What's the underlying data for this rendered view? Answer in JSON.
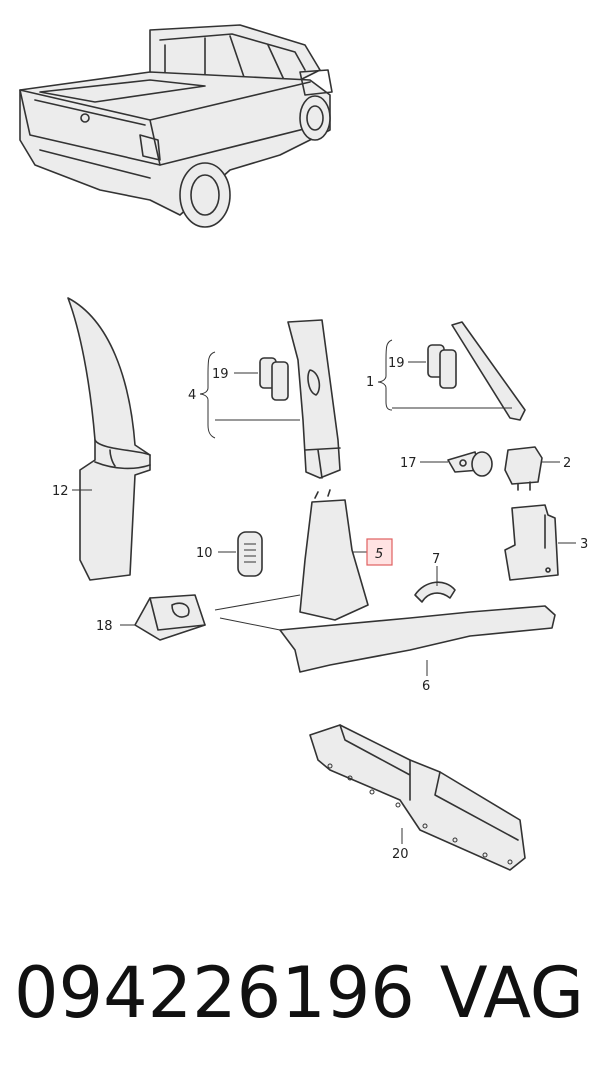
{
  "callouts": {
    "c1": "1",
    "c2": "2",
    "c3": "3",
    "c4": "4",
    "c5": "5",
    "c6": "6",
    "c7": "7",
    "c10": "10",
    "c12": "12",
    "c17": "17",
    "c18": "18",
    "c19a": "19",
    "c19b": "19",
    "c20": "20"
  },
  "highlighted_callout": "5",
  "highlight_color": "#e06060",
  "footer": {
    "part_number": "094226196",
    "brand": "VAG"
  }
}
